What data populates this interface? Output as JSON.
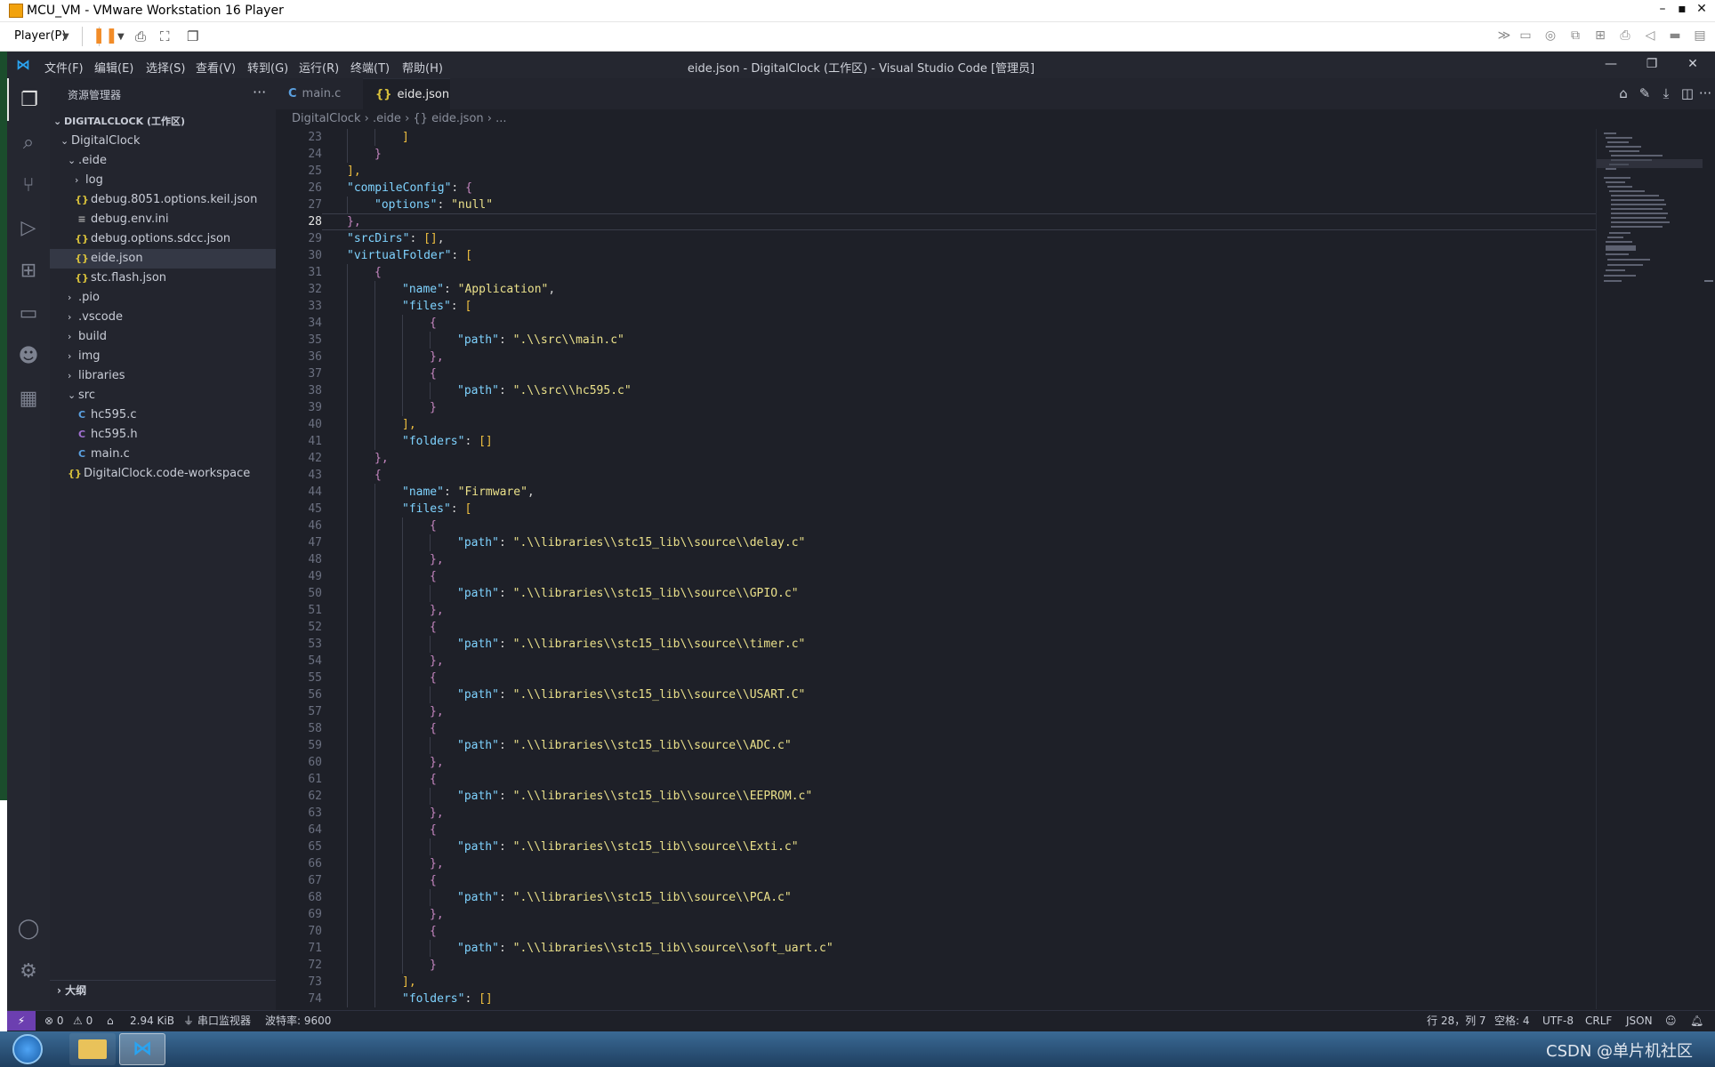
{
  "vm": {
    "title": "MCU_VM - VMware Workstation 16 Player",
    "player_menu": "Player(P)"
  },
  "window": {
    "title": "eide.json - DigitalClock (工作区) - Visual Studio Code [管理员]",
    "menus": [
      "文件(F)",
      "编辑(E)",
      "选择(S)",
      "查看(V)",
      "转到(G)",
      "运行(R)",
      "终端(T)",
      "帮助(H)"
    ]
  },
  "sidebar": {
    "header": "资源管理器",
    "workspace": "DIGITALCLOCK (工作区)",
    "tree": [
      {
        "label": "DigitalClock",
        "depth": 1,
        "kind": "folder",
        "open": true
      },
      {
        "label": ".eide",
        "depth": 2,
        "kind": "folder",
        "open": true
      },
      {
        "label": "log",
        "depth": 3,
        "kind": "folder",
        "open": false
      },
      {
        "label": "debug.8051.options.keil.json",
        "depth": 3,
        "kind": "json"
      },
      {
        "label": "debug.env.ini",
        "depth": 3,
        "kind": "ini"
      },
      {
        "label": "debug.options.sdcc.json",
        "depth": 3,
        "kind": "json"
      },
      {
        "label": "eide.json",
        "depth": 3,
        "kind": "json",
        "selected": true
      },
      {
        "label": "stc.flash.json",
        "depth": 3,
        "kind": "json"
      },
      {
        "label": ".pio",
        "depth": 2,
        "kind": "folder",
        "open": false
      },
      {
        "label": ".vscode",
        "depth": 2,
        "kind": "folder",
        "open": false
      },
      {
        "label": "build",
        "depth": 2,
        "kind": "folder",
        "open": false
      },
      {
        "label": "img",
        "depth": 2,
        "kind": "folder",
        "open": false
      },
      {
        "label": "libraries",
        "depth": 2,
        "kind": "folder",
        "open": false
      },
      {
        "label": "src",
        "depth": 2,
        "kind": "folder",
        "open": true
      },
      {
        "label": "hc595.c",
        "depth": 3,
        "kind": "c"
      },
      {
        "label": "hc595.h",
        "depth": 3,
        "kind": "h"
      },
      {
        "label": "main.c",
        "depth": 3,
        "kind": "c"
      },
      {
        "label": "DigitalClock.code-workspace",
        "depth": 2,
        "kind": "json"
      }
    ],
    "outline": "大纲"
  },
  "tabs": [
    {
      "label": "main.c",
      "icon": "C",
      "active": false
    },
    {
      "label": "eide.json",
      "icon": "{}",
      "active": true
    }
  ],
  "breadcrumb": "DigitalClock  ›  .eide  ›  {} eide.json  ›  ...",
  "editor": {
    "first_line": 23,
    "cursor_line": 28,
    "lines": [
      {
        "indent": 3,
        "tokens": [
          [
            "]",
            "y"
          ]
        ]
      },
      {
        "indent": 2,
        "tokens": [
          [
            "}",
            "p"
          ]
        ]
      },
      {
        "indent": 1,
        "tokens": [
          [
            "],",
            "y"
          ]
        ]
      },
      {
        "indent": 1,
        "tokens": [
          [
            "\"compileConfig\"",
            "k"
          ],
          [
            ": ",
            "g"
          ],
          [
            "{",
            "p"
          ]
        ]
      },
      {
        "indent": 2,
        "tokens": [
          [
            "\"options\"",
            "k"
          ],
          [
            ": ",
            "g"
          ],
          [
            "\"null\"",
            "s"
          ]
        ]
      },
      {
        "indent": 1,
        "tokens": [
          [
            "},",
            "p"
          ]
        ]
      },
      {
        "indent": 1,
        "tokens": [
          [
            "\"srcDirs\"",
            "k"
          ],
          [
            ": ",
            "g"
          ],
          [
            "[]",
            "y"
          ],
          [
            ",",
            "g"
          ]
        ]
      },
      {
        "indent": 1,
        "tokens": [
          [
            "\"virtualFolder\"",
            "k"
          ],
          [
            ": ",
            "g"
          ],
          [
            "[",
            "y"
          ]
        ]
      },
      {
        "indent": 2,
        "tokens": [
          [
            "{",
            "p"
          ]
        ]
      },
      {
        "indent": 3,
        "tokens": [
          [
            "\"name\"",
            "k"
          ],
          [
            ": ",
            "g"
          ],
          [
            "\"Application\"",
            "s"
          ],
          [
            ",",
            "g"
          ]
        ]
      },
      {
        "indent": 3,
        "tokens": [
          [
            "\"files\"",
            "k"
          ],
          [
            ": ",
            "g"
          ],
          [
            "[",
            "y"
          ]
        ]
      },
      {
        "indent": 4,
        "tokens": [
          [
            "{",
            "p"
          ]
        ]
      },
      {
        "indent": 5,
        "tokens": [
          [
            "\"path\"",
            "k"
          ],
          [
            ": ",
            "g"
          ],
          [
            "\".\\\\src\\\\main.c\"",
            "s"
          ]
        ]
      },
      {
        "indent": 4,
        "tokens": [
          [
            "},",
            "p"
          ]
        ]
      },
      {
        "indent": 4,
        "tokens": [
          [
            "{",
            "p"
          ]
        ]
      },
      {
        "indent": 5,
        "tokens": [
          [
            "\"path\"",
            "k"
          ],
          [
            ": ",
            "g"
          ],
          [
            "\".\\\\src\\\\hc595.c\"",
            "s"
          ]
        ]
      },
      {
        "indent": 4,
        "tokens": [
          [
            "}",
            "p"
          ]
        ]
      },
      {
        "indent": 3,
        "tokens": [
          [
            "],",
            "y"
          ]
        ]
      },
      {
        "indent": 3,
        "tokens": [
          [
            "\"folders\"",
            "k"
          ],
          [
            ": ",
            "g"
          ],
          [
            "[]",
            "y"
          ]
        ]
      },
      {
        "indent": 2,
        "tokens": [
          [
            "},",
            "p"
          ]
        ]
      },
      {
        "indent": 2,
        "tokens": [
          [
            "{",
            "p"
          ]
        ]
      },
      {
        "indent": 3,
        "tokens": [
          [
            "\"name\"",
            "k"
          ],
          [
            ": ",
            "g"
          ],
          [
            "\"Firmware\"",
            "s"
          ],
          [
            ",",
            "g"
          ]
        ]
      },
      {
        "indent": 3,
        "tokens": [
          [
            "\"files\"",
            "k"
          ],
          [
            ": ",
            "g"
          ],
          [
            "[",
            "y"
          ]
        ]
      },
      {
        "indent": 4,
        "tokens": [
          [
            "{",
            "p"
          ]
        ]
      },
      {
        "indent": 5,
        "tokens": [
          [
            "\"path\"",
            "k"
          ],
          [
            ": ",
            "g"
          ],
          [
            "\".\\\\libraries\\\\stc15_lib\\\\source\\\\delay.c\"",
            "s"
          ]
        ]
      },
      {
        "indent": 4,
        "tokens": [
          [
            "},",
            "p"
          ]
        ]
      },
      {
        "indent": 4,
        "tokens": [
          [
            "{",
            "p"
          ]
        ]
      },
      {
        "indent": 5,
        "tokens": [
          [
            "\"path\"",
            "k"
          ],
          [
            ": ",
            "g"
          ],
          [
            "\".\\\\libraries\\\\stc15_lib\\\\source\\\\GPIO.c\"",
            "s"
          ]
        ]
      },
      {
        "indent": 4,
        "tokens": [
          [
            "},",
            "p"
          ]
        ]
      },
      {
        "indent": 4,
        "tokens": [
          [
            "{",
            "p"
          ]
        ]
      },
      {
        "indent": 5,
        "tokens": [
          [
            "\"path\"",
            "k"
          ],
          [
            ": ",
            "g"
          ],
          [
            "\".\\\\libraries\\\\stc15_lib\\\\source\\\\timer.c\"",
            "s"
          ]
        ]
      },
      {
        "indent": 4,
        "tokens": [
          [
            "},",
            "p"
          ]
        ]
      },
      {
        "indent": 4,
        "tokens": [
          [
            "{",
            "p"
          ]
        ]
      },
      {
        "indent": 5,
        "tokens": [
          [
            "\"path\"",
            "k"
          ],
          [
            ": ",
            "g"
          ],
          [
            "\".\\\\libraries\\\\stc15_lib\\\\source\\\\USART.C\"",
            "s"
          ]
        ]
      },
      {
        "indent": 4,
        "tokens": [
          [
            "},",
            "p"
          ]
        ]
      },
      {
        "indent": 4,
        "tokens": [
          [
            "{",
            "p"
          ]
        ]
      },
      {
        "indent": 5,
        "tokens": [
          [
            "\"path\"",
            "k"
          ],
          [
            ": ",
            "g"
          ],
          [
            "\".\\\\libraries\\\\stc15_lib\\\\source\\\\ADC.c\"",
            "s"
          ]
        ]
      },
      {
        "indent": 4,
        "tokens": [
          [
            "},",
            "p"
          ]
        ]
      },
      {
        "indent": 4,
        "tokens": [
          [
            "{",
            "p"
          ]
        ]
      },
      {
        "indent": 5,
        "tokens": [
          [
            "\"path\"",
            "k"
          ],
          [
            ": ",
            "g"
          ],
          [
            "\".\\\\libraries\\\\stc15_lib\\\\source\\\\EEPROM.c\"",
            "s"
          ]
        ]
      },
      {
        "indent": 4,
        "tokens": [
          [
            "},",
            "p"
          ]
        ]
      },
      {
        "indent": 4,
        "tokens": [
          [
            "{",
            "p"
          ]
        ]
      },
      {
        "indent": 5,
        "tokens": [
          [
            "\"path\"",
            "k"
          ],
          [
            ": ",
            "g"
          ],
          [
            "\".\\\\libraries\\\\stc15_lib\\\\source\\\\Exti.c\"",
            "s"
          ]
        ]
      },
      {
        "indent": 4,
        "tokens": [
          [
            "},",
            "p"
          ]
        ]
      },
      {
        "indent": 4,
        "tokens": [
          [
            "{",
            "p"
          ]
        ]
      },
      {
        "indent": 5,
        "tokens": [
          [
            "\"path\"",
            "k"
          ],
          [
            ": ",
            "g"
          ],
          [
            "\".\\\\libraries\\\\stc15_lib\\\\source\\\\PCA.c\"",
            "s"
          ]
        ]
      },
      {
        "indent": 4,
        "tokens": [
          [
            "},",
            "p"
          ]
        ]
      },
      {
        "indent": 4,
        "tokens": [
          [
            "{",
            "p"
          ]
        ]
      },
      {
        "indent": 5,
        "tokens": [
          [
            "\"path\"",
            "k"
          ],
          [
            ": ",
            "g"
          ],
          [
            "\".\\\\libraries\\\\stc15_lib\\\\source\\\\soft_uart.c\"",
            "s"
          ]
        ]
      },
      {
        "indent": 4,
        "tokens": [
          [
            "}",
            "p"
          ]
        ]
      },
      {
        "indent": 3,
        "tokens": [
          [
            "],",
            "y"
          ]
        ]
      },
      {
        "indent": 3,
        "tokens": [
          [
            "\"folders\"",
            "k"
          ],
          [
            ": ",
            "g"
          ],
          [
            "[]",
            "y"
          ]
        ]
      }
    ]
  },
  "status": {
    "errors": "⊗ 0",
    "warnings": "⚠ 0",
    "size": "2.94 KiB",
    "serial": "串口监视器",
    "baud": "波特率: 9600",
    "position": "行 28，列 7",
    "spaces": "空格: 4",
    "encoding": "UTF-8",
    "eol": "CRLF",
    "language": "JSON"
  },
  "watermark": "CSDN @单片机社区"
}
